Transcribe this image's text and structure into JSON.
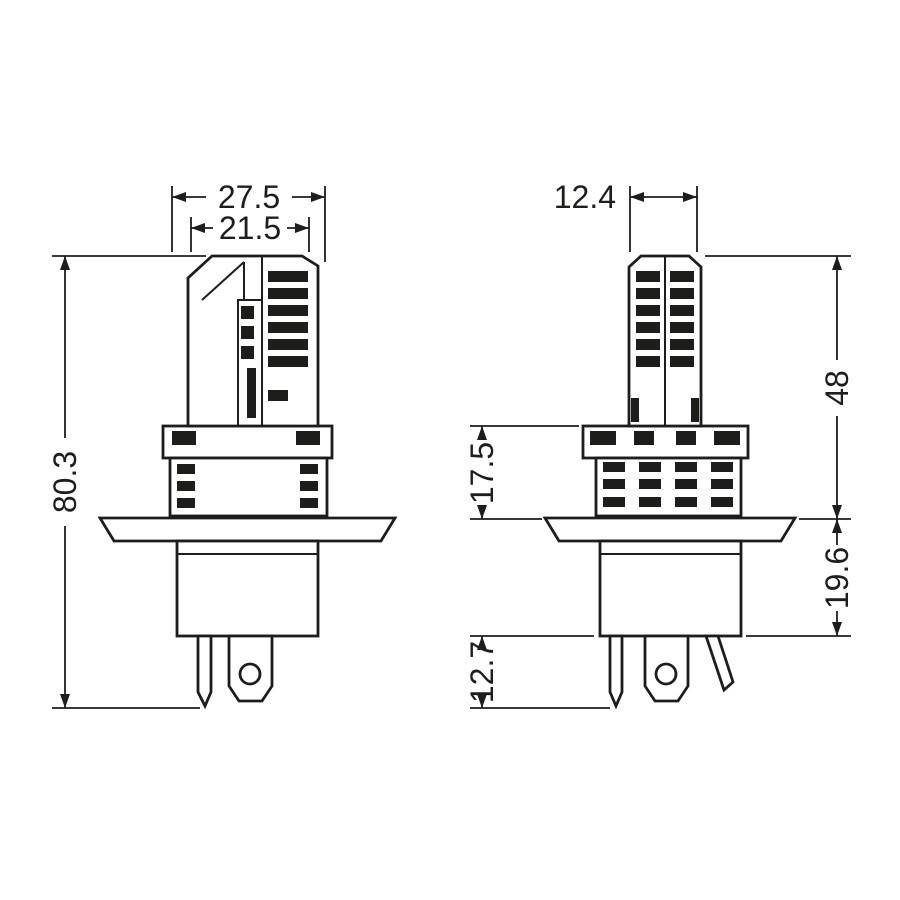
{
  "colors": {
    "line": "#1d1d1b",
    "background": "#ffffff"
  },
  "views": {
    "left": {
      "outer_width": "27.5",
      "inner_width": "21.5",
      "total_height": "80.3"
    },
    "right": {
      "top_width": "12.4",
      "upper_height": "48",
      "mid_height": "17.5",
      "lower_height": "19.6",
      "pin_height": "12.7"
    }
  }
}
